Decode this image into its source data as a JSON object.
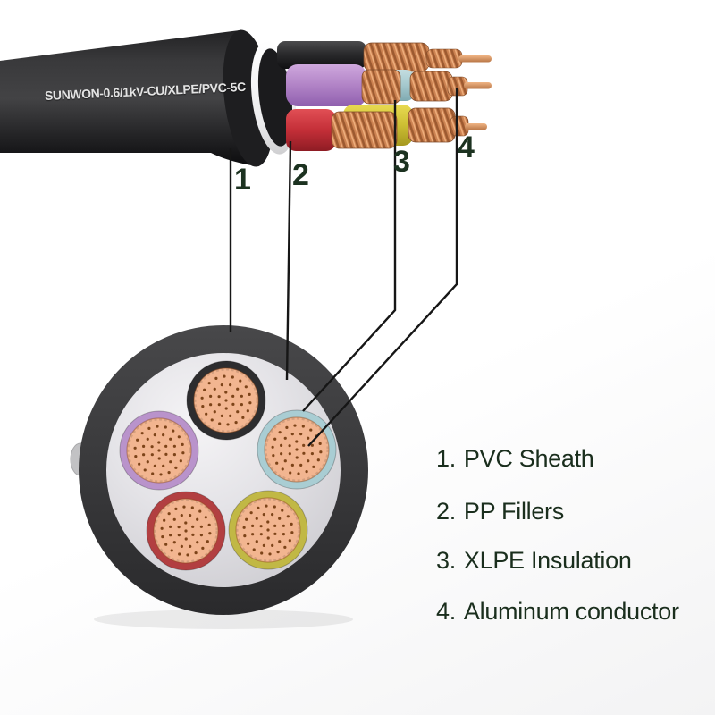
{
  "cable": {
    "marking": "SUNWON-0.6/1kV-CU/XLPE/PVC-5C"
  },
  "callouts": {
    "n1": "1",
    "n2": "2",
    "n3": "3",
    "n4": "4"
  },
  "legend": {
    "items": [
      {
        "number": "1.",
        "label": "PVC Sheath"
      },
      {
        "number": "2.",
        "label": "PP Fillers"
      },
      {
        "number": "3.",
        "label": "XLPE Insulation"
      },
      {
        "number": "4.",
        "label": "Aluminum conductor"
      }
    ]
  },
  "colors": {
    "callout_text": "#1c3220",
    "legend_text": "#1a2e1d",
    "cable_marking_text": "#e3e3e3",
    "leader_line": "#161616",
    "pvc_sheath_black": "#323234",
    "pp_filler_white": "#f1f0f2",
    "core_black": "#2d2d2f",
    "core_purple": "#b993cb",
    "core_blue": "#a9cdd3",
    "core_red": "#b23f41",
    "core_yellow": "#c1b845",
    "conductor_copper": "#f2b590",
    "conductor_strand_dot": "#7c4318"
  }
}
